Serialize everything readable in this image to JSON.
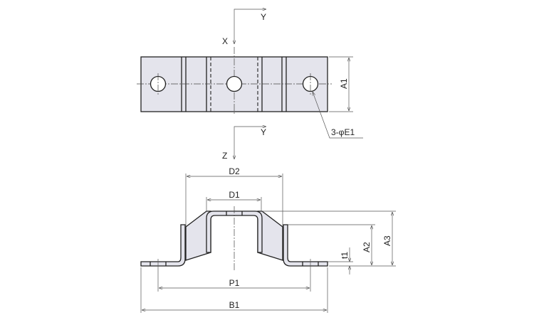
{
  "colors": {
    "fill": "#e4e4ec",
    "line": "#222222"
  },
  "top_view": {
    "axis_x_label": "X",
    "axis_y_label": "Y",
    "dim_a1": "A1",
    "hole_callout": "3-φE1"
  },
  "side_view": {
    "axis_z_label": "Z",
    "axis_y_label": "Y",
    "dim_d1": "D1",
    "dim_d2": "D2",
    "dim_a2": "A2",
    "dim_a3": "A3",
    "dim_t1": "t1",
    "dim_p1": "P1",
    "dim_b1": "B1"
  }
}
